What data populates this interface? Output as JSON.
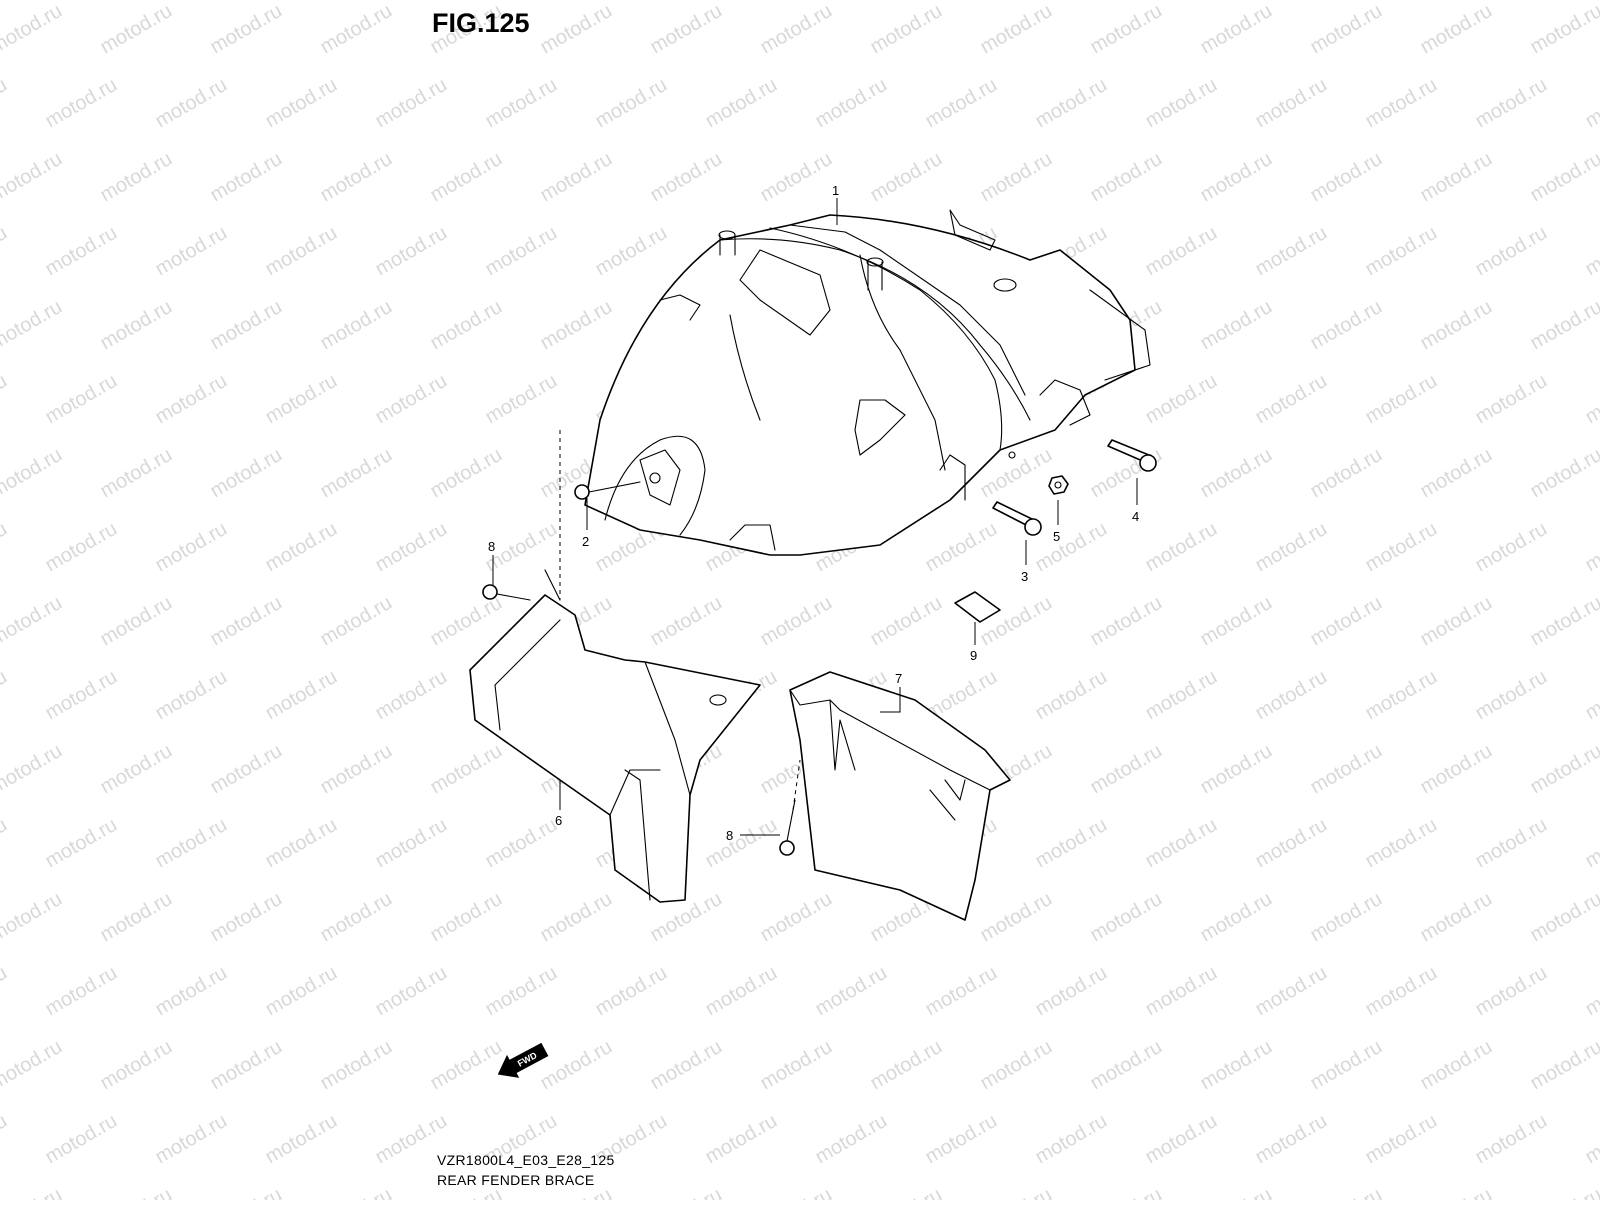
{
  "figure": {
    "title": "FIG.125",
    "model_code": "VZR1800L4_E03_E28_125",
    "caption": "REAR FENDER BRACE"
  },
  "watermark": "motod.ru",
  "direction_marker": {
    "label": "FWD",
    "icon": "fwd-arrow-icon"
  },
  "callouts": [
    {
      "id": "callout-1",
      "number": "1",
      "part": "rear-fender"
    },
    {
      "id": "callout-2",
      "number": "2",
      "part": "bolt"
    },
    {
      "id": "callout-3",
      "number": "3",
      "part": "bolt"
    },
    {
      "id": "callout-4",
      "number": "4",
      "part": "bolt"
    },
    {
      "id": "callout-5",
      "number": "5",
      "part": "nut"
    },
    {
      "id": "callout-6",
      "number": "6",
      "part": "fender-brace-front"
    },
    {
      "id": "callout-7",
      "number": "7",
      "part": "fender-cover-rear"
    },
    {
      "id": "callout-8a",
      "number": "8",
      "part": "screw"
    },
    {
      "id": "callout-8b",
      "number": "8",
      "part": "screw"
    },
    {
      "id": "callout-9",
      "number": "9",
      "part": "cushion-pad"
    }
  ]
}
